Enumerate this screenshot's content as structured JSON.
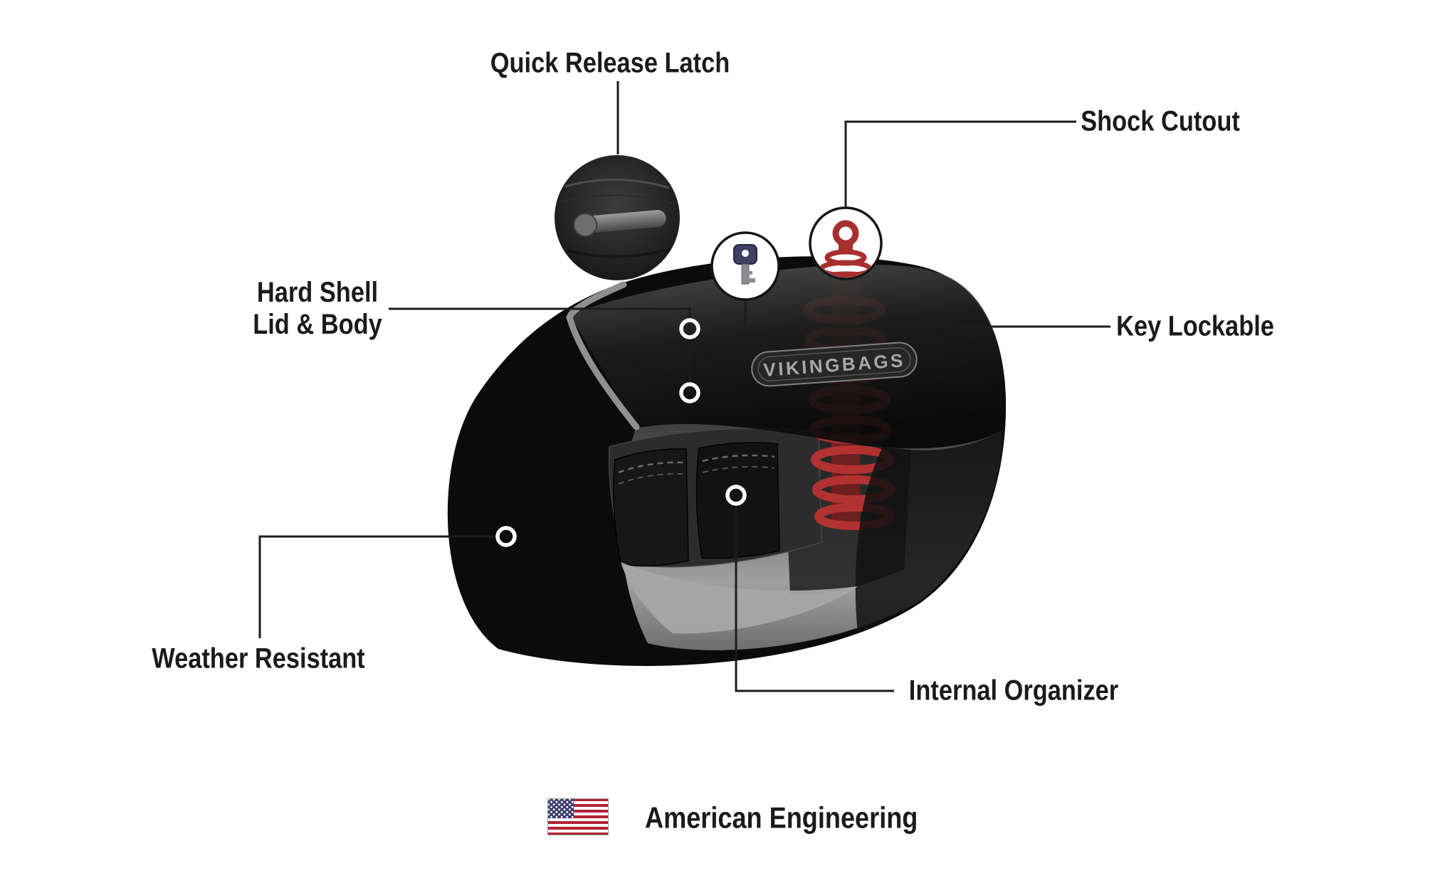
{
  "page": {
    "background": "#ffffff",
    "type": "product-feature-diagram"
  },
  "product": {
    "brand_badge": "VIKINGBAGS"
  },
  "callouts": {
    "quick_release_latch": {
      "label": "Quick Release Latch"
    },
    "shock_cutout": {
      "label": "Shock Cutout"
    },
    "hard_shell": {
      "label_line1": "Hard Shell",
      "label_line2": "Lid & Body"
    },
    "key_lockable": {
      "label": "Key Lockable"
    },
    "weather_resistant": {
      "label": "Weather Resistant"
    },
    "internal_organizer": {
      "label": "Internal Organizer"
    }
  },
  "footer": {
    "tagline": "American Engineering",
    "flag_icon": "us-flag-icon"
  },
  "icons": {
    "latch_zoom": "quick-release-latch-zoom-icon",
    "shock": "shock-absorber-icon",
    "key": "key-icon",
    "flag": "us-flag-icon"
  },
  "colors": {
    "label_text": "#1b1b1b",
    "connector_line": "#1c1c1c",
    "bag_black": "#0b0b0b",
    "trim_gray": "#8f8f8f",
    "interior_gray": "#9c9c9c",
    "shock_red": "#a82f2f",
    "badge_text": "#a8a8a8",
    "flag_red": "#B22234",
    "flag_blue": "#3C3B6E"
  }
}
